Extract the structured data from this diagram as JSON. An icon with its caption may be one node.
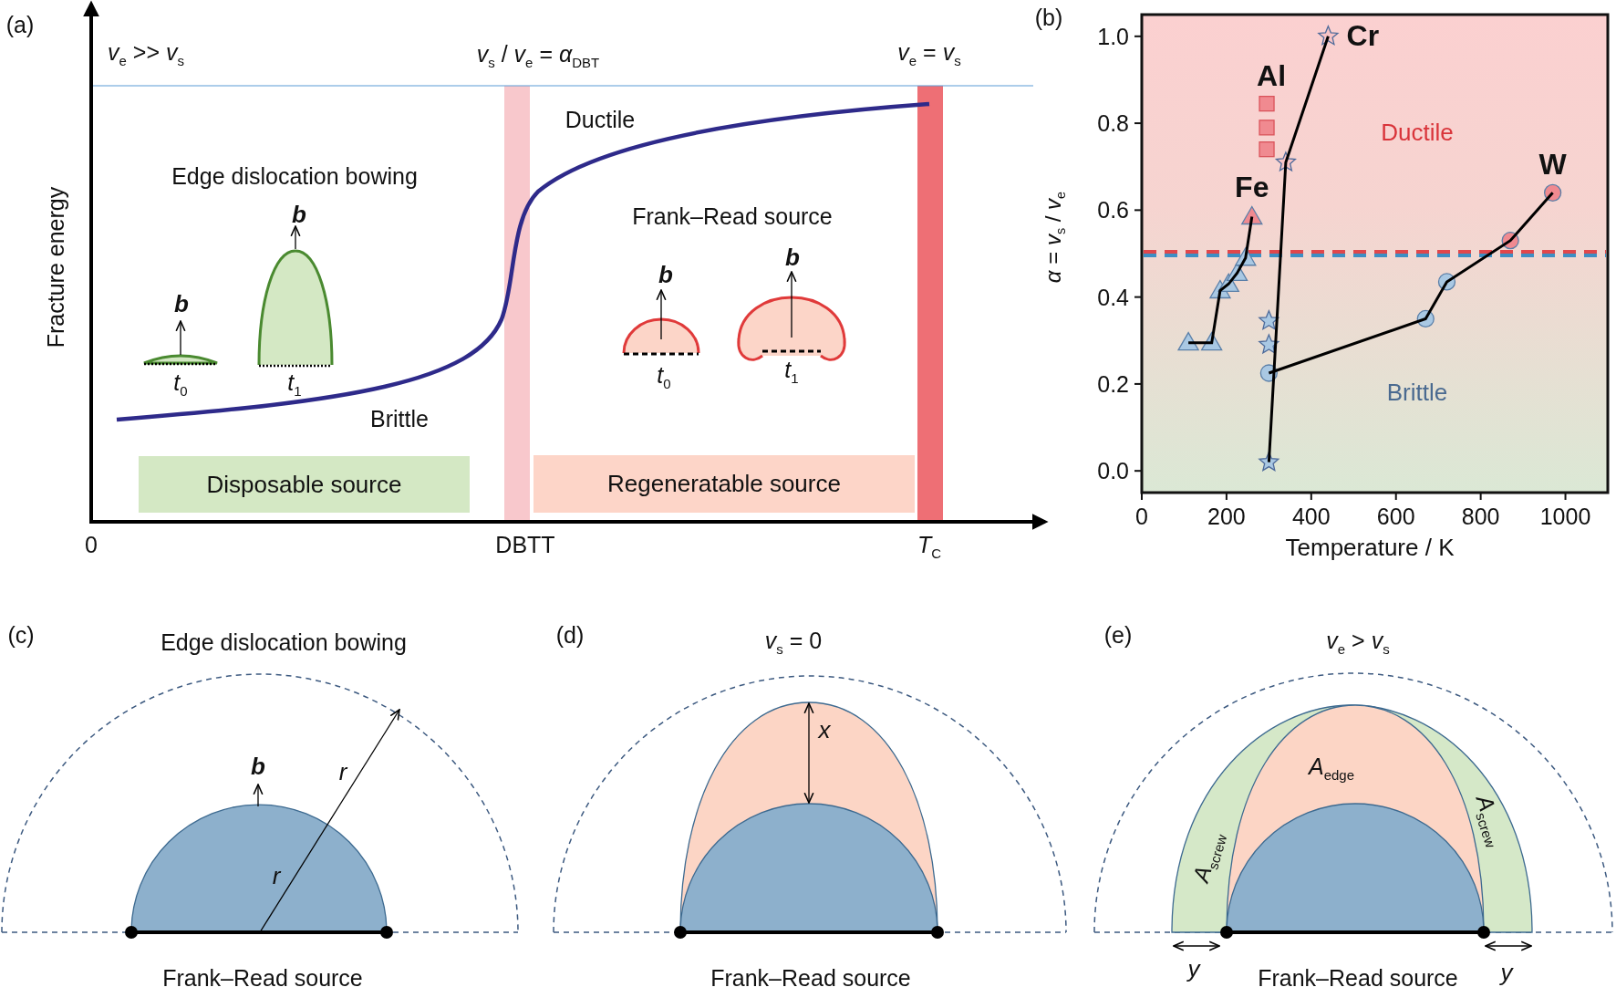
{
  "diagram": {
    "nodes": [
      {
        "text": [
          "Disposable source"
        ]
      },
      {
        "text": [
          "Regeneratable source"
        ]
      }
    ],
    "labels": [
      "(a)",
      "*v*$_{e}$ >> *v*$_{s}$",
      "*v*$_{s}$ / *v*$_{e}$ = *α*$_{DBT}$",
      "*v*$_{e}$ = *v*$_{s}$",
      "(b)",
      "Ductile",
      "Edge dislocation bowing",
      "Frank–Read source",
      "Fracture energy",
      "b",
      "b",
      "b",
      "b",
      "*t*$_{0}$",
      "*t*$_{1}$",
      "*t*$_{0}$",
      "*t*$_{1}$",
      "Brittle",
      "0",
      "DBTT",
      "*T*$_{C}$",
      "(c)",
      "Edge dislocation bowing",
      "(d)",
      "*v*$_{s}$ = 0",
      "(e)",
      "*v*$_{e}$ > *v*$_{s}$",
      "x",
      "b",
      "r",
      "*A*$_{edge}$",
      "*A*$_{screw}$",
      "*A*$_{screw}$",
      "r",
      "Frank–Read source",
      "Frank–Read source",
      "y",
      "Frank–Read source",
      "y"
    ],
    "chart_data": {
      "type": "scatter",
      "xlabel": "Temperature / K",
      "ylabel": "*α* = *v*$_{s}$ / *v*$_{e}$",
      "xlim": [
        0,
        1100
      ],
      "ylim": [
        -0.05,
        1.05
      ],
      "xticks": [
        0,
        200,
        400,
        600,
        800,
        1000
      ],
      "yticks": [
        {
          "value": 0,
          "label": "0.0"
        },
        {
          "value": 0.2,
          "label": "0.2"
        },
        {
          "value": 0.4,
          "label": "0.4"
        },
        {
          "value": 0.6,
          "label": "0.6"
        },
        {
          "value": 0.8,
          "label": "0.8"
        },
        {
          "value": 1,
          "label": "1.0"
        }
      ],
      "series": [
        {
          "type": "line",
          "color": "#000000",
          "x": [
            110,
            165,
            185,
            205,
            225,
            245,
            260
          ],
          "values": [
            0.295,
            0.295,
            0.415,
            0.43,
            0.455,
            0.49,
            0.585
          ]
        },
        {
          "type": "line",
          "color": "#000000",
          "x": [
            300,
            340,
            440
          ],
          "values": [
            0.02,
            0.71,
            1.0
          ]
        },
        {
          "type": "line",
          "color": "#000000",
          "x": [
            300,
            670,
            720,
            870,
            970
          ],
          "values": [
            0.225,
            0.35,
            0.435,
            0.53,
            0.64
          ]
        },
        {
          "color": "#a9c8e3",
          "marker": "triangle",
          "x": [
            110,
            165,
            185,
            205,
            225,
            245
          ],
          "values": [
            0.295,
            0.295,
            0.415,
            0.43,
            0.455,
            0.49
          ]
        },
        {
          "name": "Fe",
          "color": "#f08a90",
          "marker": "triangle",
          "x": [
            260
          ],
          "values": [
            0.585
          ]
        },
        {
          "color": "#a9c8e3",
          "marker": "star",
          "x": [
            300,
            300,
            300
          ],
          "values": [
            0.02,
            0.29,
            0.345
          ]
        },
        {
          "name": "Cr",
          "color": "#f8c4c6",
          "marker": "star",
          "x": [
            340,
            440
          ],
          "values": [
            0.71,
            1.0
          ]
        },
        {
          "name": "Al",
          "color": "#f08a90",
          "marker": "square",
          "x": [
            295,
            295,
            295
          ],
          "values": [
            0.74,
            0.79,
            0.845
          ]
        },
        {
          "color": "#a9c8e3",
          "marker": "circle",
          "x": [
            300,
            670,
            720
          ],
          "values": [
            0.225,
            0.35,
            0.435
          ]
        },
        {
          "name": "W",
          "color": "#f08a90",
          "marker": "circle",
          "x": [
            870,
            970
          ],
          "values": [
            0.53,
            0.64
          ]
        }
      ],
      "ref_lines": [
        {
          "axis": "y",
          "value": 0.5,
          "color": "#e0474c"
        },
        {
          "axis": "y",
          "value": 0.5,
          "color": "#3d8fc4"
        }
      ],
      "annotations": [
        "Ductile",
        "Brittle"
      ]
    }
  }
}
